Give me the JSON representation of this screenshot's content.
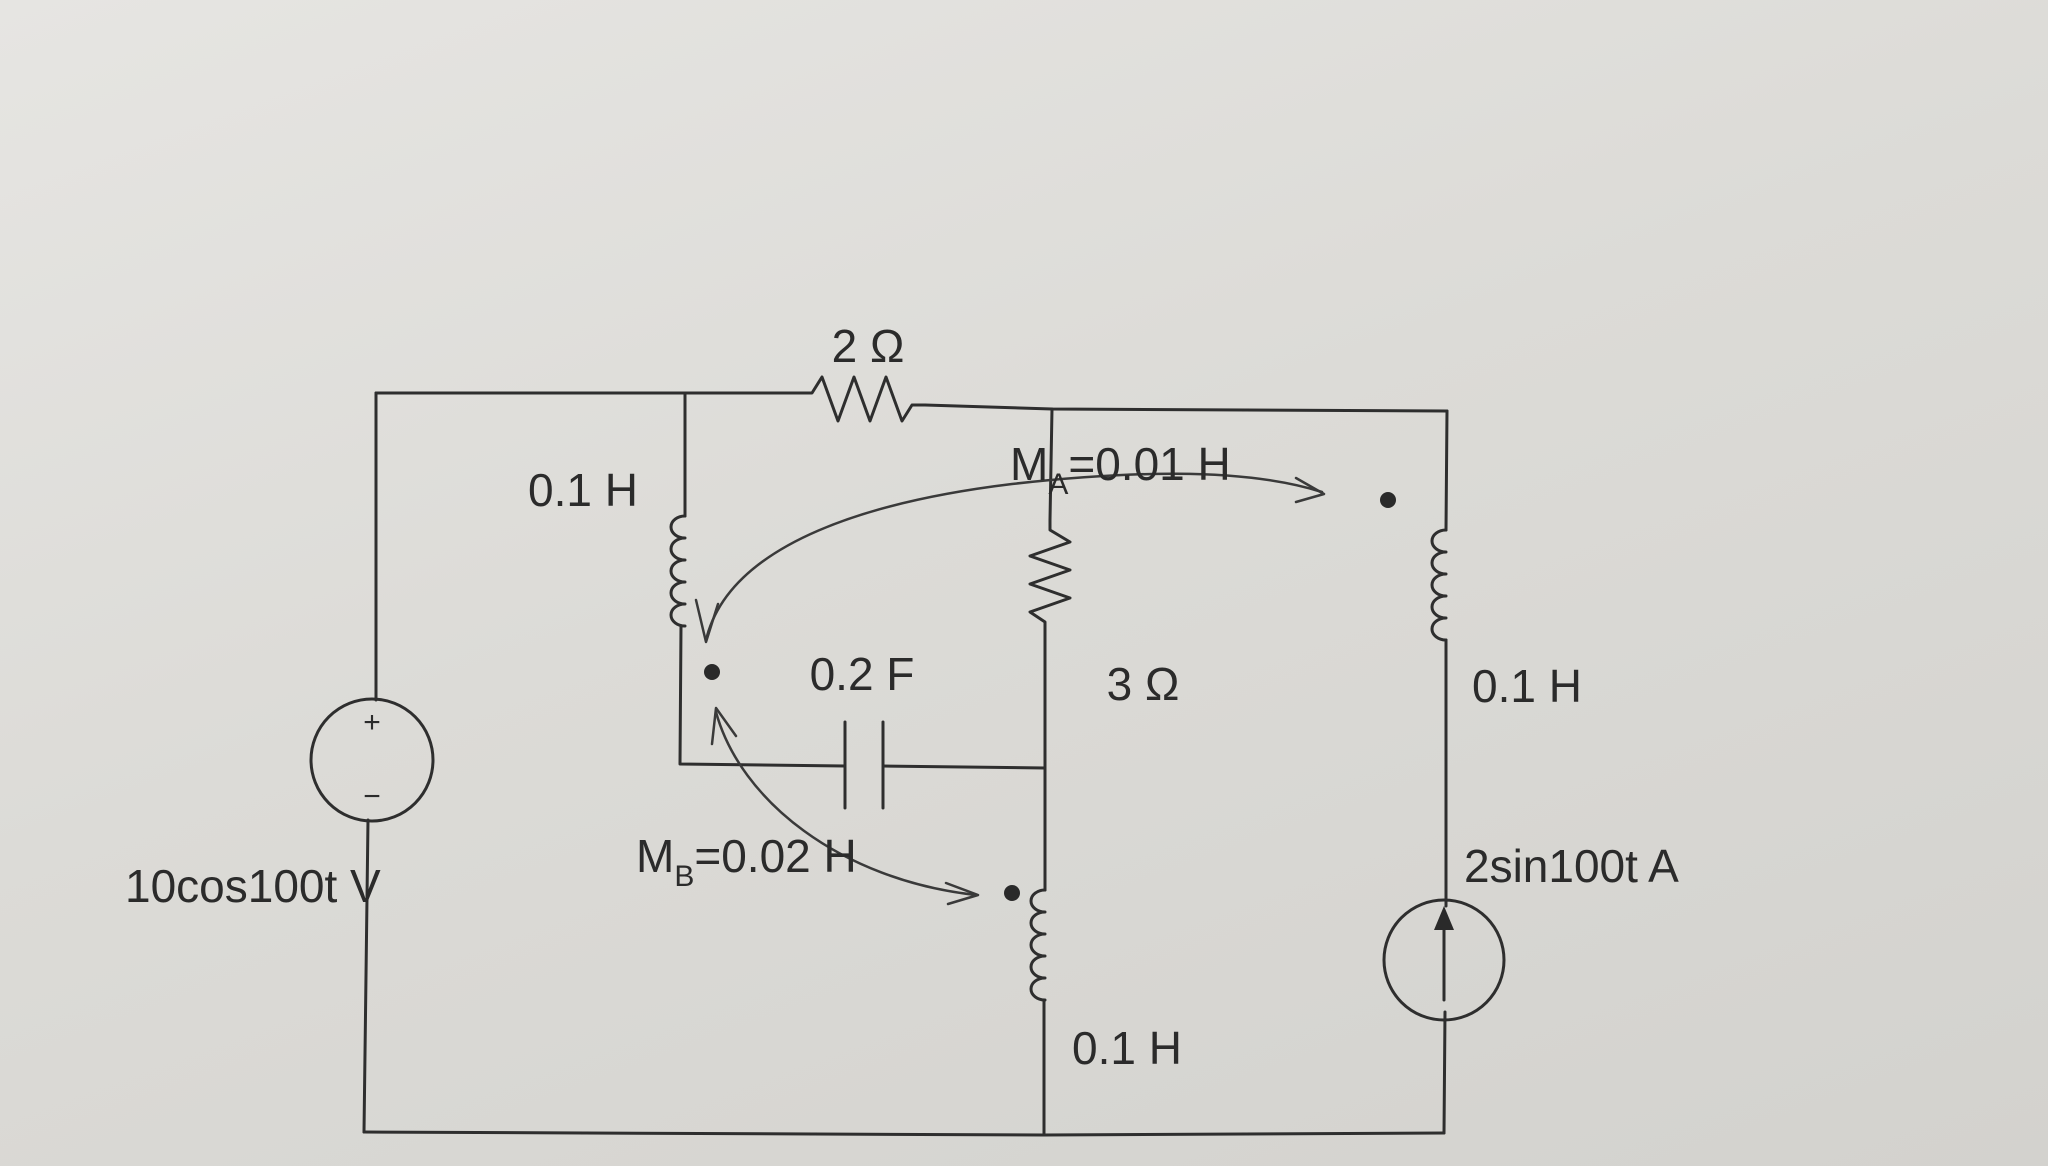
{
  "labels": {
    "r_top": "2 Ω",
    "r_mid": "3 Ω",
    "l_left": "0.1 H",
    "l_right": "0.1 H",
    "l_bottom": "0.1 H",
    "capacitor": "0.2 F",
    "voltage_source": "10cos100t V",
    "current_source": "2sin100t  A",
    "mutual_a_letter": "M",
    "mutual_a_sub": "A",
    "mutual_a_value": "=0.01 H",
    "mutual_b_letter": "M",
    "mutual_b_sub": "B",
    "mutual_b_value": "=0.02 H",
    "plus": "+",
    "minus": "−"
  },
  "colors": {
    "paper": "#e2e1de",
    "ink": "#2e2e2e"
  },
  "icons": {
    "voltage_source": "circle-plus-minus-icon",
    "current_source": "circle-up-arrow-icon"
  }
}
